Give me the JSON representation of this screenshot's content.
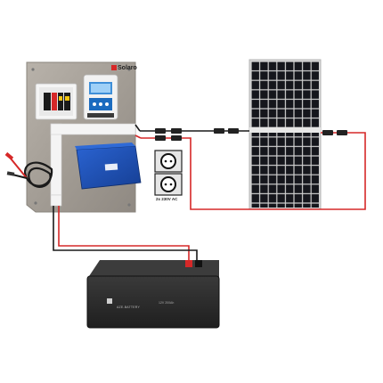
{
  "scene": {
    "brand_logo": "Solaro",
    "socket_caption": "2x 230V AC",
    "battery_brand": "AZE-BATTERY",
    "battery_spec": "12V 200Ah"
  },
  "colors": {
    "background": "#ffffff",
    "mounting_plate": "#a9a39b",
    "panel_cells": "#141419",
    "panel_frame": "#d6d6d6",
    "inverter": "#1b4fb5",
    "battery": "#2b2b2b",
    "wire_positive": "#d62828",
    "wire_negative": "#1a1a1a"
  }
}
